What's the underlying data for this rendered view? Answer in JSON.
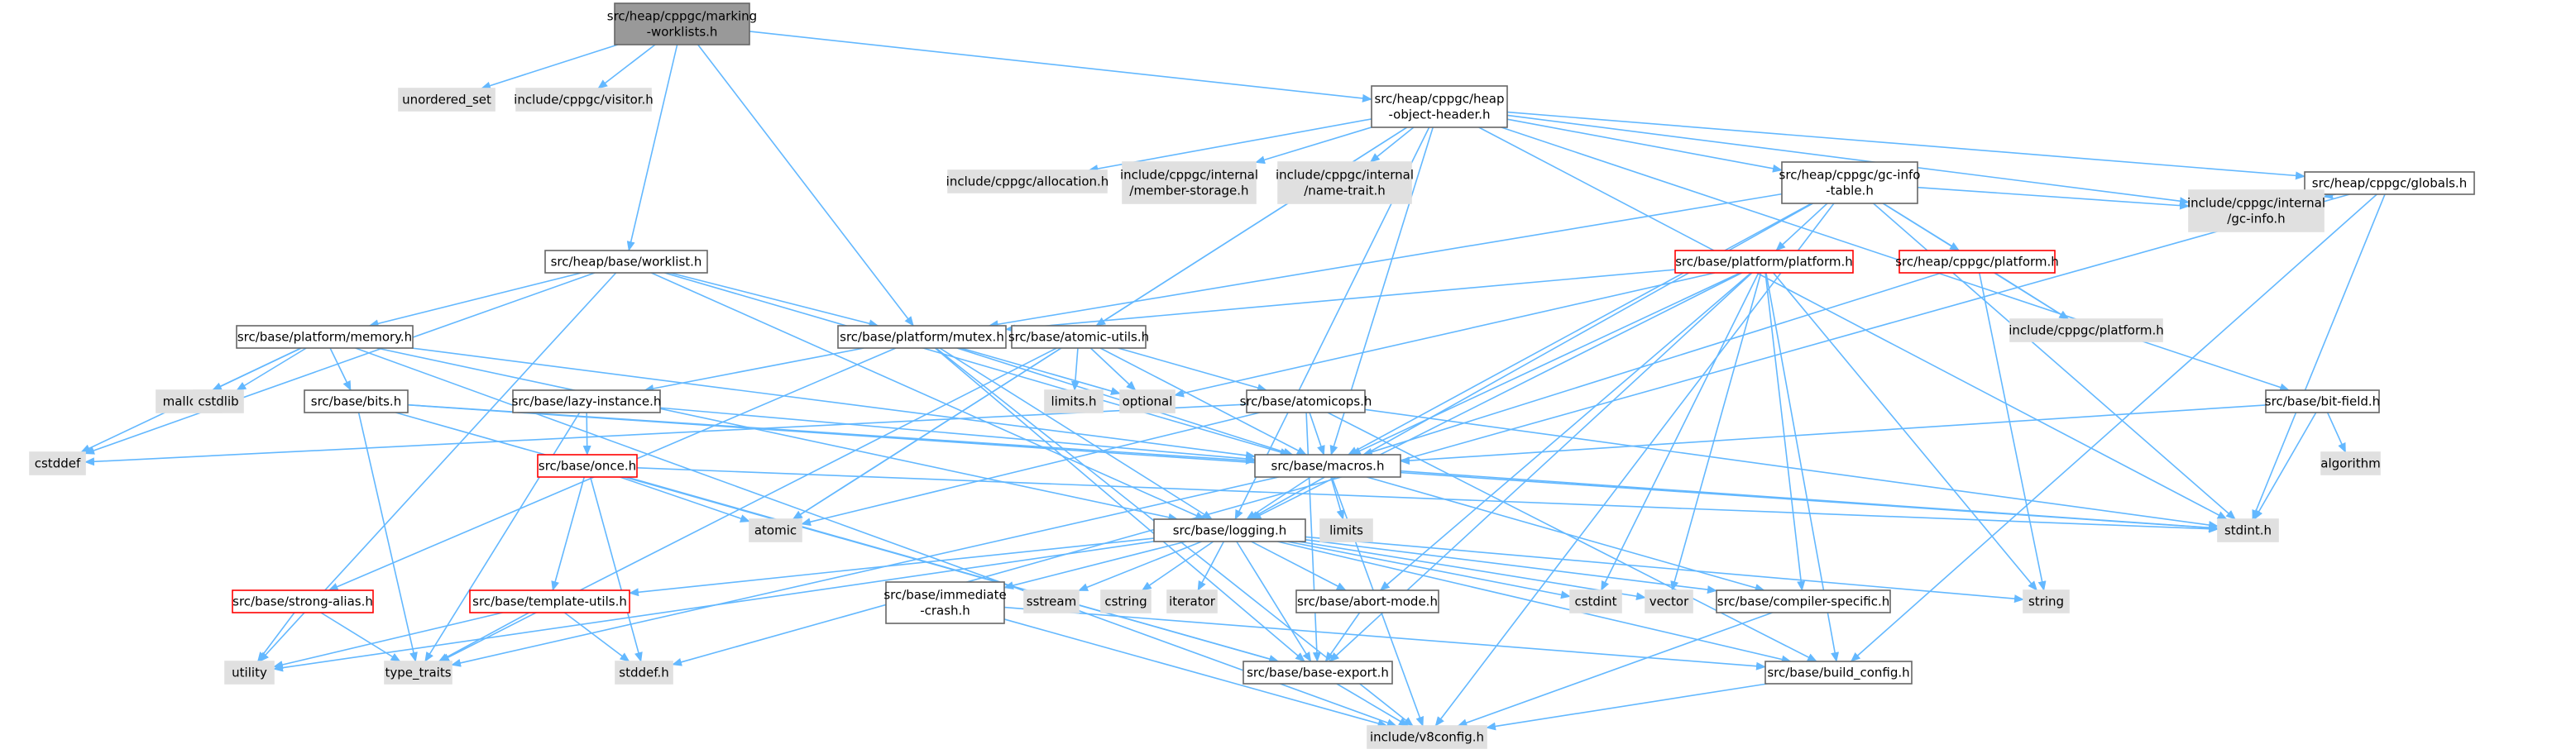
{
  "diagram": {
    "edge_color": "#63b8ff",
    "style_colors": {
      "focus": {
        "fill": "#999999",
        "stroke": "#666666"
      },
      "file": {
        "fill": "#ffffff",
        "stroke": "#666666"
      },
      "incomplete": {
        "fill": "#ffffff",
        "stroke": "#ff0000"
      },
      "system": {
        "fill": "#e0e0e0",
        "stroke": "#e0e0e0"
      }
    },
    "nodes": [
      {
        "id": "worklists",
        "lines": [
          "src/heap/cppgc/marking",
          "-worklists.h"
        ],
        "style": "focus"
      },
      {
        "id": "unordered_set",
        "lines": [
          "unordered_set"
        ],
        "style": "system"
      },
      {
        "id": "visitor",
        "lines": [
          "include/cppgc/visitor.h"
        ],
        "style": "system"
      },
      {
        "id": "heap_object_header",
        "lines": [
          "src/heap/cppgc/heap",
          "-object-header.h"
        ],
        "style": "file"
      },
      {
        "id": "allocation",
        "lines": [
          "include/cppgc/allocation.h"
        ],
        "style": "system"
      },
      {
        "id": "member_storage",
        "lines": [
          "include/cppgc/internal",
          "/member-storage.h"
        ],
        "style": "system"
      },
      {
        "id": "name_trait",
        "lines": [
          "include/cppgc/internal",
          "/name-trait.h"
        ],
        "style": "system"
      },
      {
        "id": "gc_info_table",
        "lines": [
          "src/heap/cppgc/gc-info",
          "-table.h"
        ],
        "style": "file"
      },
      {
        "id": "globals",
        "lines": [
          "src/heap/cppgc/globals.h"
        ],
        "style": "file"
      },
      {
        "id": "gc_info",
        "lines": [
          "include/cppgc/internal",
          "/gc-info.h"
        ],
        "style": "system"
      },
      {
        "id": "base_worklist",
        "lines": [
          "src/heap/base/worklist.h"
        ],
        "style": "file"
      },
      {
        "id": "platform_platform",
        "lines": [
          "src/base/platform/platform.h"
        ],
        "style": "incomplete"
      },
      {
        "id": "cppgc_platform",
        "lines": [
          "src/heap/cppgc/platform.h"
        ],
        "style": "incomplete"
      },
      {
        "id": "include_platform",
        "lines": [
          "include/cppgc/platform.h"
        ],
        "style": "system"
      },
      {
        "id": "platform_memory",
        "lines": [
          "src/base/platform/memory.h"
        ],
        "style": "file"
      },
      {
        "id": "mutex",
        "lines": [
          "src/base/platform/mutex.h"
        ],
        "style": "file"
      },
      {
        "id": "atomic_utils",
        "lines": [
          "src/base/atomic-utils.h"
        ],
        "style": "file"
      },
      {
        "id": "malloc",
        "lines": [
          "malloc.h"
        ],
        "style": "system"
      },
      {
        "id": "cstdlib",
        "lines": [
          "cstdlib"
        ],
        "style": "system"
      },
      {
        "id": "bits",
        "lines": [
          "src/base/bits.h"
        ],
        "style": "file"
      },
      {
        "id": "lazy_instance",
        "lines": [
          "src/base/lazy-instance.h"
        ],
        "style": "file"
      },
      {
        "id": "limits_h",
        "lines": [
          "limits.h"
        ],
        "style": "system"
      },
      {
        "id": "optional",
        "lines": [
          "optional"
        ],
        "style": "system"
      },
      {
        "id": "atomicops",
        "lines": [
          "src/base/atomicops.h"
        ],
        "style": "file"
      },
      {
        "id": "bit_field",
        "lines": [
          "src/base/bit-field.h"
        ],
        "style": "file"
      },
      {
        "id": "algorithm",
        "lines": [
          "algorithm"
        ],
        "style": "system"
      },
      {
        "id": "cstddef",
        "lines": [
          "cstddef"
        ],
        "style": "system"
      },
      {
        "id": "once",
        "lines": [
          "src/base/once.h"
        ],
        "style": "incomplete"
      },
      {
        "id": "macros",
        "lines": [
          "src/base/macros.h"
        ],
        "style": "file"
      },
      {
        "id": "atomic",
        "lines": [
          "atomic"
        ],
        "style": "system"
      },
      {
        "id": "limits",
        "lines": [
          "limits"
        ],
        "style": "system"
      },
      {
        "id": "stdint",
        "lines": [
          "stdint.h"
        ],
        "style": "system"
      },
      {
        "id": "logging",
        "lines": [
          "src/base/logging.h"
        ],
        "style": "file"
      },
      {
        "id": "strong_alias",
        "lines": [
          "src/base/strong-alias.h"
        ],
        "style": "incomplete"
      },
      {
        "id": "template_utils",
        "lines": [
          "src/base/template-utils.h"
        ],
        "style": "incomplete"
      },
      {
        "id": "immediate_crash",
        "lines": [
          "src/base/immediate",
          "-crash.h"
        ],
        "style": "file"
      },
      {
        "id": "sstream",
        "lines": [
          "sstream"
        ],
        "style": "system"
      },
      {
        "id": "cstring",
        "lines": [
          "cstring"
        ],
        "style": "system"
      },
      {
        "id": "iterator",
        "lines": [
          "iterator"
        ],
        "style": "system"
      },
      {
        "id": "abort_mode",
        "lines": [
          "src/base/abort-mode.h"
        ],
        "style": "file"
      },
      {
        "id": "cstdint",
        "lines": [
          "cstdint"
        ],
        "style": "system"
      },
      {
        "id": "vector",
        "lines": [
          "vector"
        ],
        "style": "system"
      },
      {
        "id": "compiler_specific",
        "lines": [
          "src/base/compiler-specific.h"
        ],
        "style": "file"
      },
      {
        "id": "string",
        "lines": [
          "string"
        ],
        "style": "system"
      },
      {
        "id": "utility",
        "lines": [
          "utility"
        ],
        "style": "system"
      },
      {
        "id": "type_traits",
        "lines": [
          "type_traits"
        ],
        "style": "system"
      },
      {
        "id": "stddef",
        "lines": [
          "stddef.h"
        ],
        "style": "system"
      },
      {
        "id": "base_export",
        "lines": [
          "src/base/base-export.h"
        ],
        "style": "file"
      },
      {
        "id": "build_config",
        "lines": [
          "src/base/build_config.h"
        ],
        "style": "file"
      },
      {
        "id": "v8config",
        "lines": [
          "include/v8config.h"
        ],
        "style": "system"
      }
    ],
    "edges": [
      [
        "worklists",
        "unordered_set"
      ],
      [
        "worklists",
        "visitor"
      ],
      [
        "worklists",
        "heap_object_header"
      ],
      [
        "worklists",
        "base_worklist"
      ],
      [
        "worklists",
        "mutex"
      ],
      [
        "heap_object_header",
        "allocation"
      ],
      [
        "heap_object_header",
        "member_storage"
      ],
      [
        "heap_object_header",
        "name_trait"
      ],
      [
        "heap_object_header",
        "gc_info_table"
      ],
      [
        "heap_object_header",
        "globals"
      ],
      [
        "heap_object_header",
        "gc_info"
      ],
      [
        "heap_object_header",
        "atomic_utils"
      ],
      [
        "heap_object_header",
        "bit_field"
      ],
      [
        "heap_object_header",
        "macros"
      ],
      [
        "heap_object_header",
        "logging"
      ],
      [
        "heap_object_header",
        "atomic"
      ],
      [
        "heap_object_header",
        "stdint"
      ],
      [
        "gc_info_table",
        "platform_platform"
      ],
      [
        "gc_info_table",
        "cppgc_platform"
      ],
      [
        "gc_info_table",
        "include_platform"
      ],
      [
        "gc_info_table",
        "gc_info"
      ],
      [
        "gc_info_table",
        "mutex"
      ],
      [
        "gc_info_table",
        "macros"
      ],
      [
        "gc_info_table",
        "logging"
      ],
      [
        "gc_info_table",
        "stdint"
      ],
      [
        "gc_info_table",
        "v8config"
      ],
      [
        "globals",
        "gc_info"
      ],
      [
        "globals",
        "stdint"
      ],
      [
        "globals",
        "stddef"
      ],
      [
        "globals",
        "build_config"
      ],
      [
        "base_worklist",
        "platform_memory"
      ],
      [
        "base_worklist",
        "mutex"
      ],
      [
        "base_worklist",
        "macros"
      ],
      [
        "base_worklist",
        "logging"
      ],
      [
        "base_worklist",
        "cstddef"
      ],
      [
        "base_worklist",
        "utility"
      ],
      [
        "platform_platform",
        "mutex"
      ],
      [
        "platform_platform",
        "macros"
      ],
      [
        "platform_platform",
        "logging"
      ],
      [
        "platform_platform",
        "abort_mode"
      ],
      [
        "platform_platform",
        "compiler_specific"
      ],
      [
        "platform_platform",
        "base_export"
      ],
      [
        "platform_platform",
        "build_config"
      ],
      [
        "platform_platform",
        "cstdint"
      ],
      [
        "platform_platform",
        "string"
      ],
      [
        "platform_platform",
        "vector"
      ],
      [
        "platform_platform",
        "optional"
      ],
      [
        "cppgc_platform",
        "include_platform"
      ],
      [
        "cppgc_platform",
        "macros"
      ],
      [
        "cppgc_platform",
        "string"
      ],
      [
        "platform_memory",
        "malloc"
      ],
      [
        "platform_memory",
        "cstdlib"
      ],
      [
        "platform_memory",
        "cstddef"
      ],
      [
        "platform_memory",
        "bits"
      ],
      [
        "platform_memory",
        "macros"
      ],
      [
        "platform_memory",
        "logging"
      ],
      [
        "platform_memory",
        "v8config"
      ],
      [
        "mutex",
        "lazy_instance"
      ],
      [
        "mutex",
        "macros"
      ],
      [
        "mutex",
        "logging"
      ],
      [
        "mutex",
        "optional"
      ],
      [
        "mutex",
        "base_export"
      ],
      [
        "mutex",
        "v8config"
      ],
      [
        "mutex",
        "strong_alias"
      ],
      [
        "atomic_utils",
        "limits_h"
      ],
      [
        "atomic_utils",
        "atomicops"
      ],
      [
        "atomic_utils",
        "macros"
      ],
      [
        "atomic_utils",
        "atomic"
      ],
      [
        "atomic_utils",
        "type_traits"
      ],
      [
        "atomic_utils",
        "optional"
      ],
      [
        "bits",
        "macros"
      ],
      [
        "bits",
        "stdint"
      ],
      [
        "bits",
        "type_traits"
      ],
      [
        "bits",
        "base_export"
      ],
      [
        "lazy_instance",
        "once"
      ],
      [
        "lazy_instance",
        "macros"
      ],
      [
        "lazy_instance",
        "type_traits"
      ],
      [
        "atomicops",
        "macros"
      ],
      [
        "atomicops",
        "atomic"
      ],
      [
        "atomicops",
        "stdint"
      ],
      [
        "atomicops",
        "cstddef"
      ],
      [
        "atomicops",
        "base_export"
      ],
      [
        "atomicops",
        "build_config"
      ],
      [
        "bit_field",
        "algorithm"
      ],
      [
        "bit_field",
        "macros"
      ],
      [
        "bit_field",
        "stdint"
      ],
      [
        "once",
        "atomic"
      ],
      [
        "once",
        "template_utils"
      ],
      [
        "once",
        "stddef"
      ],
      [
        "once",
        "base_export"
      ],
      [
        "once",
        "stdint"
      ],
      [
        "macros",
        "limits"
      ],
      [
        "macros",
        "logging"
      ],
      [
        "macros",
        "compiler_specific"
      ],
      [
        "macros",
        "v8config"
      ],
      [
        "macros",
        "type_traits"
      ],
      [
        "macros",
        "stdint"
      ],
      [
        "logging",
        "template_utils"
      ],
      [
        "logging",
        "immediate_crash"
      ],
      [
        "logging",
        "sstream"
      ],
      [
        "logging",
        "cstring"
      ],
      [
        "logging",
        "iterator"
      ],
      [
        "logging",
        "abort_mode"
      ],
      [
        "logging",
        "cstdint"
      ],
      [
        "logging",
        "vector"
      ],
      [
        "logging",
        "compiler_specific"
      ],
      [
        "logging",
        "string"
      ],
      [
        "logging",
        "utility"
      ],
      [
        "logging",
        "base_export"
      ],
      [
        "logging",
        "build_config"
      ],
      [
        "strong_alias",
        "utility"
      ],
      [
        "strong_alias",
        "type_traits"
      ],
      [
        "template_utils",
        "utility"
      ],
      [
        "template_utils",
        "type_traits"
      ],
      [
        "template_utils",
        "stddef"
      ],
      [
        "immediate_crash",
        "build_config"
      ],
      [
        "immediate_crash",
        "v8config"
      ],
      [
        "abort_mode",
        "base_export"
      ],
      [
        "compiler_specific",
        "v8config"
      ],
      [
        "base_export",
        "v8config"
      ],
      [
        "build_config",
        "v8config"
      ]
    ]
  }
}
